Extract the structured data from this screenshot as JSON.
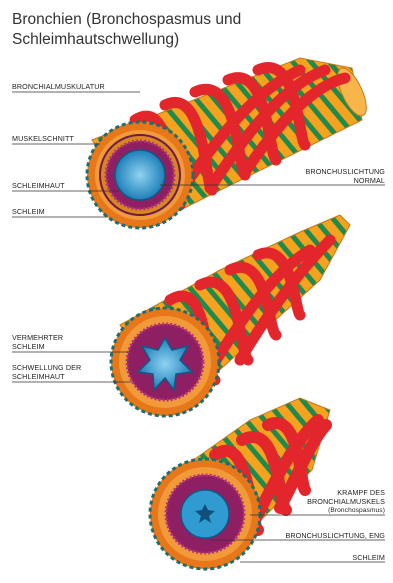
{
  "title": {
    "line1": "Bronchien (Bronchospasmus und",
    "line2": "Schleimhautschwellung)"
  },
  "labels": {
    "bronchialmuskulatur": "BRONCHIALMUSKULATUR",
    "muskelschnitt": "MUSKELSCHNITT",
    "schleimhaut": "SCHLEIMHAUT",
    "schleim_1": "SCHLEIM",
    "bronchuslichtung_normal_1": "BRONCHUSLICHTUNG",
    "bronchuslichtung_normal_2": "NORMAL",
    "vermehrter_schleim_1": "VERMEHRTER",
    "vermehrter_schleim_2": "SCHLEIM",
    "schwellung_1": "SCHWELLUNG DER",
    "schwellung_2": "SCHLEIMHAUT",
    "krampf_1": "KRAMPF DES",
    "krampf_2": "BRONCHIALMUSKELS",
    "krampf_3": "(Bronchospasmus)",
    "bronchuslichtung_eng": "BRONCHUSLICHTUNG, ENG",
    "schleim_2": "SCHLEIM"
  },
  "colors": {
    "muscle_band": "#e3262b",
    "muscle_band_dark": "#b4161b",
    "tube_orange": "#f5a21f",
    "stripe_green": "#1f8a4c",
    "mucosa_purple": "#8e1f63",
    "lumen_blue": "#2f9bd1",
    "ring_orange": "#e8771a"
  }
}
